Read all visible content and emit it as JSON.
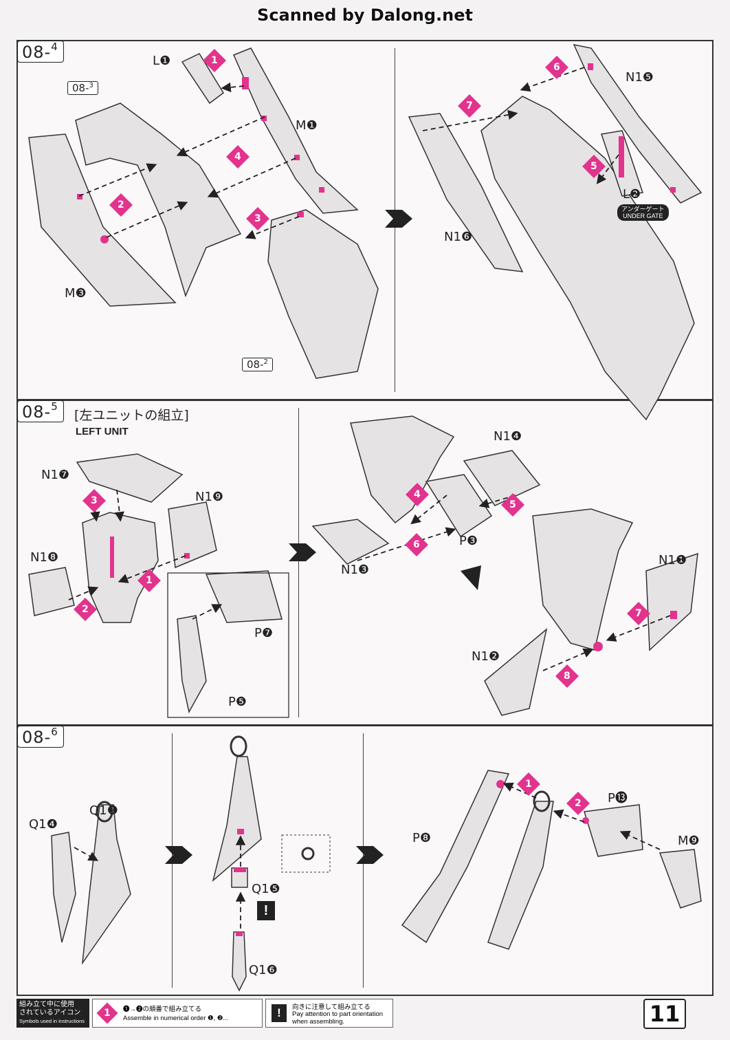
{
  "header": {
    "scan_credit": "Scanned by Dalong.net"
  },
  "steps": {
    "s084": {
      "id": "08-",
      "sub": "4",
      "ref_a": "08-",
      "ref_a_sub": "3",
      "ref_b": "08-",
      "ref_b_sub": "2",
      "parts": {
        "l1": "L❶",
        "m1": "M❶",
        "m3": "M❸",
        "n15": "N1❺",
        "n16": "N1❻",
        "l2": "L❷"
      },
      "under_gate_jp": "アンダーゲート",
      "under_gate_en": "UNDER GATE"
    },
    "s085": {
      "id": "08-",
      "sub": "5",
      "title_jp": "[左ユニットの組立]",
      "title_en": "LEFT UNIT",
      "parts": {
        "n17": "N1❼",
        "n19": "N1❾",
        "n18": "N1❽",
        "p7": "P❼",
        "p5": "P❺",
        "n14": "N1❹",
        "p3": "P❸",
        "n13": "N1❸",
        "n11": "N1❶",
        "n12": "N1❷"
      }
    },
    "s086": {
      "id": "08-",
      "sub": "6",
      "parts": {
        "q14": "Q1❹",
        "q11": "Q1❶",
        "q15": "Q1❺",
        "q16": "Q1❻",
        "p13": "P⓭",
        "p8": "P❽",
        "m9": "M❾"
      }
    }
  },
  "badges": {
    "b1": "1",
    "b2": "2",
    "b3": "3",
    "b4": "4",
    "b5": "5",
    "b6": "6",
    "b7": "7",
    "b8": "8"
  },
  "legend": {
    "heading_jp_1": "組み立て中に使用",
    "heading_jp_2": "されているアイコン",
    "heading_en": "Symbols used in instructions",
    "numbered_jp": "❶→❷の順番で組み立てる",
    "numbered_en": "Assemble in numerical order ❶, ❷...",
    "orient_jp": "向きに注意して組み立てる",
    "orient_en_1": "Pay attention to part orientation",
    "orient_en_2": "when assembling."
  },
  "page_number": "11",
  "colors": {
    "accent": "#e2338d",
    "ink": "#222222",
    "part_fill": "#e6e3e5"
  }
}
